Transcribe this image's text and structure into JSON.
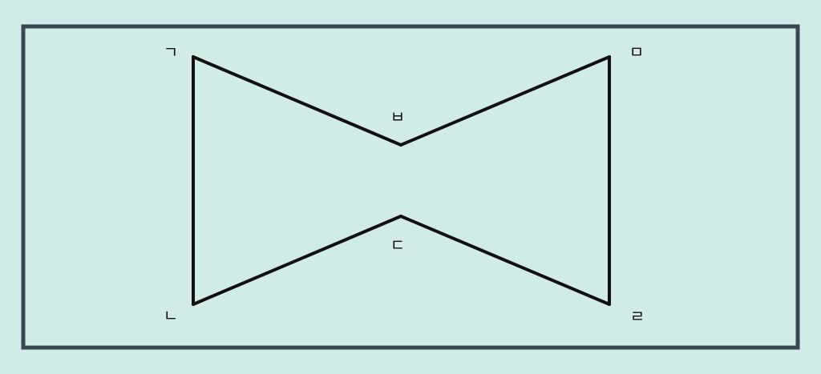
{
  "diagram": {
    "background_color": "#d1ebe6",
    "line_color": "#111111",
    "frame_color": "#37474f",
    "vertices": [
      {
        "id": "g",
        "label": "ㄱ"
      },
      {
        "id": "n",
        "label": "ㄴ"
      },
      {
        "id": "d",
        "label": "ㄷ"
      },
      {
        "id": "r",
        "label": "ㄹ"
      },
      {
        "id": "m",
        "label": "ㅁ"
      },
      {
        "id": "b",
        "label": "ㅂ"
      }
    ],
    "edges": [
      [
        "g",
        "n"
      ],
      [
        "n",
        "d"
      ],
      [
        "d",
        "r"
      ],
      [
        "r",
        "m"
      ],
      [
        "m",
        "b"
      ],
      [
        "b",
        "g"
      ]
    ]
  }
}
